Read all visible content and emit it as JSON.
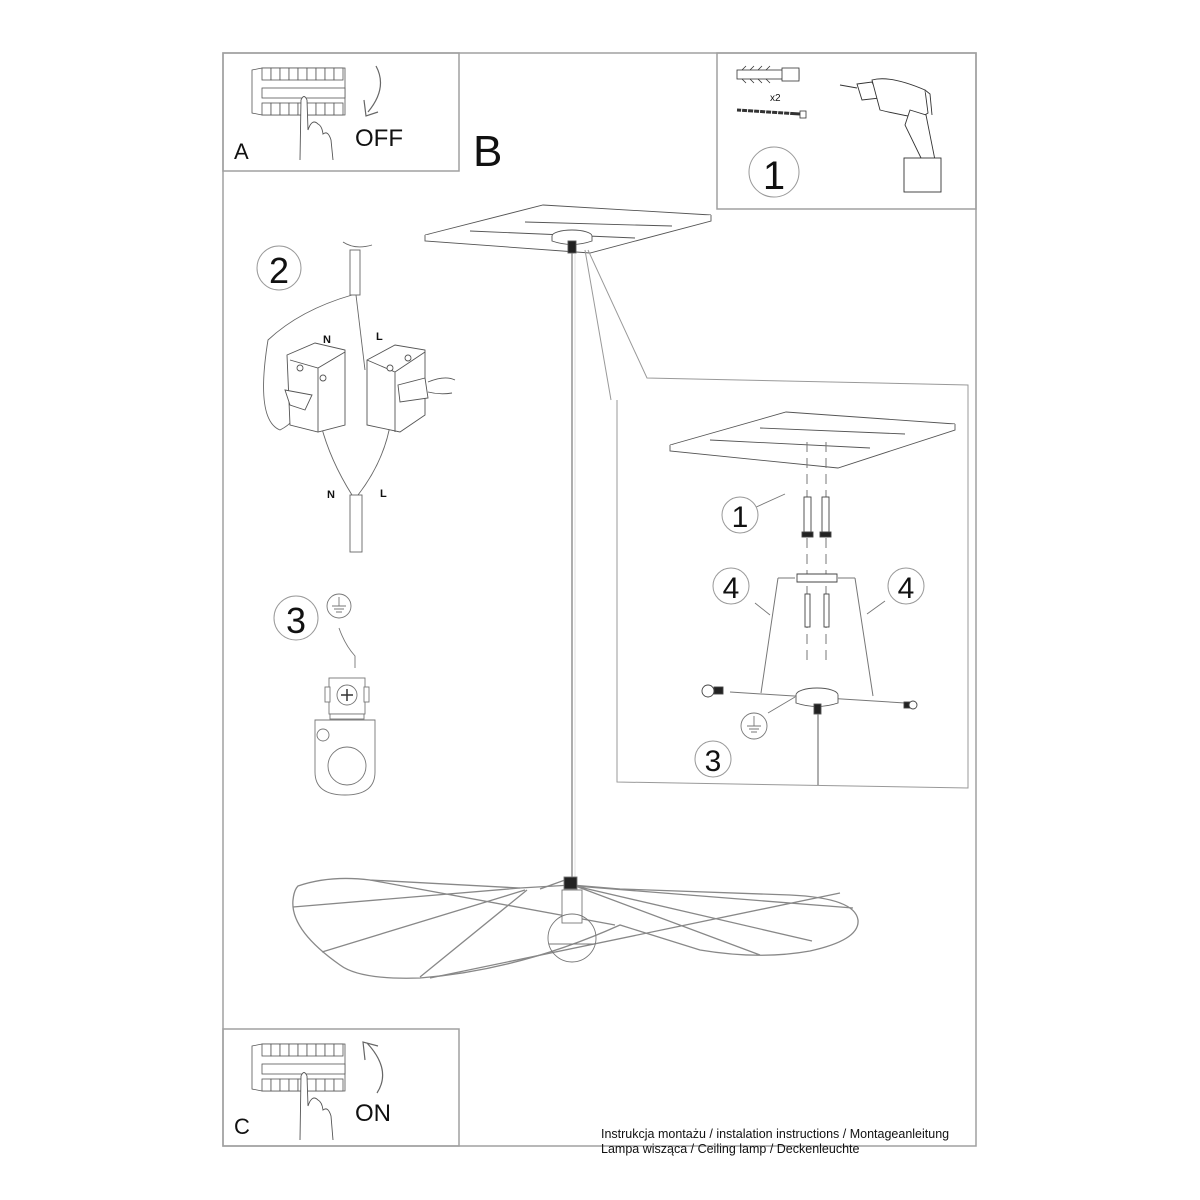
{
  "panels": {
    "a": {
      "letter": "A",
      "action": "OFF"
    },
    "b": {
      "letter": "B"
    },
    "c": {
      "letter": "C",
      "action": "ON"
    },
    "tools": {
      "step": "1",
      "quantity": "x2"
    }
  },
  "steps": {
    "wiring": {
      "step": "2",
      "neutral_label": "N",
      "live_label": "L"
    },
    "ground": {
      "step": "3"
    },
    "detail": {
      "step_1": "1",
      "step_3": "3",
      "step_4_left": "4",
      "step_4_right": "4"
    }
  },
  "footer": {
    "line1": "Instrukcja montażu / instalation instructions / Montageanleitung",
    "line2": "Lampa wisząca / Ceiling lamp / Deckenleuchte"
  },
  "colors": {
    "line": "#8a8a8a",
    "ink": "#111111",
    "frame": "#a0a0a0"
  }
}
